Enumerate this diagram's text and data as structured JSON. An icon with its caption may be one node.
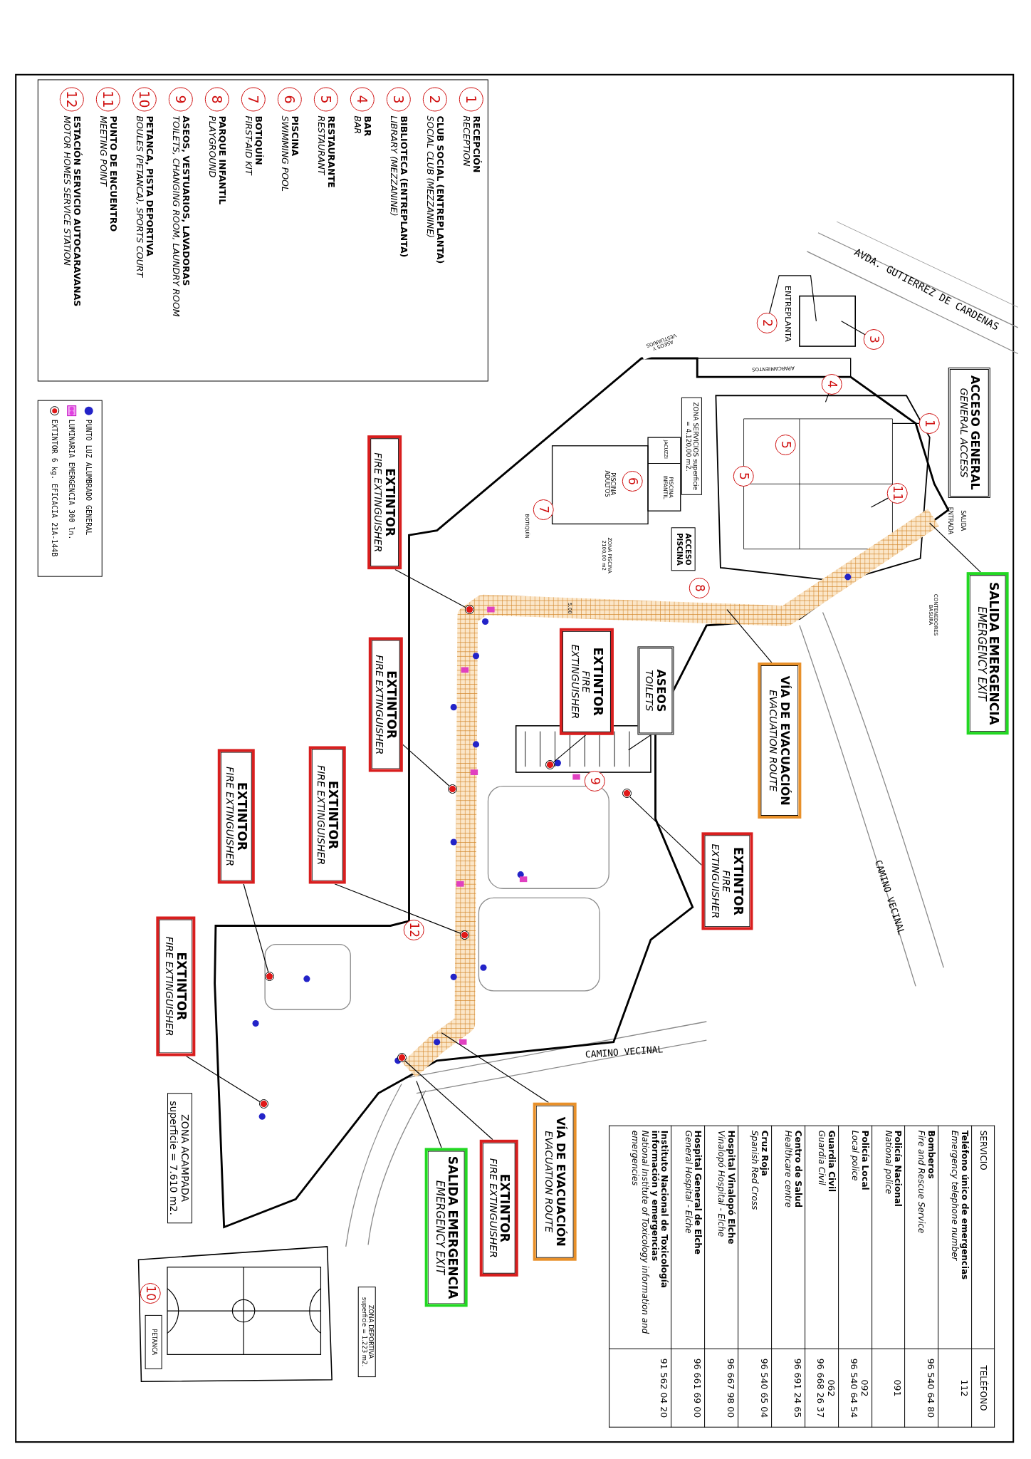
{
  "diagram": {
    "nodes": [
      {
        "text": [
          "ACCESO GENERAL",
          "GENERAL ACCESS"
        ]
      },
      {
        "text": [
          "SALIDA EMERGENCIA",
          "EMERGENCY EXIT"
        ]
      },
      {
        "text": [
          "VÍA DE EVACUACIÓN",
          "EVACUATION ROUTE"
        ]
      },
      {
        "text": [
          "ASEOS",
          "TOILETS"
        ]
      },
      {
        "text": [
          "EXTINTOR",
          "FIRE EXTINGUISHER"
        ]
      },
      {
        "text": [
          "EXTINTOR",
          "FIRE EXTINGUISHER"
        ]
      },
      {
        "text": [
          "EXTINTOR",
          "FIRE EXTINGUISHER"
        ]
      },
      {
        "text": [
          "EXTINTOR",
          "FIRE EXTINGUISHER"
        ]
      },
      {
        "text": [
          "EXTINTOR",
          "FIRE EXTINGUISHER"
        ]
      },
      {
        "text": [
          "EXTINTOR",
          "FIRE EXTINGUISHER"
        ]
      },
      {
        "text": [
          "EXTINTOR",
          "FIRE EXTINGUISHER"
        ]
      },
      {
        "text": [
          "EXTINTOR",
          "FIRE EXTINGUISHER"
        ]
      },
      {
        "text": [
          "VÍA DE EVACUACIÓN",
          "EVACUATION ROUTE"
        ]
      },
      {
        "text": [
          "SALIDA EMERGENCIA",
          "EMERGENCY EXIT"
        ]
      },
      {
        "text": [
          "ACCESO PISCINA"
        ]
      },
      {
        "text": [
          "ZONA SERVICIOS superficie = 4.120,00 m2."
        ]
      },
      {
        "text": [
          "ZONA ACAMPADA superficie = 7.610 m2."
        ]
      },
      {
        "text": [
          "ZONA DEPORTIVA superficie = 1.223 m2."
        ]
      },
      {
        "text": [
          "PETANCA"
        ]
      },
      {
        "text": [
          "1"
        ]
      },
      {
        "text": [
          "2"
        ]
      },
      {
        "text": [
          "3"
        ]
      },
      {
        "text": [
          "4"
        ]
      },
      {
        "text": [
          "5"
        ]
      },
      {
        "text": [
          "5"
        ]
      },
      {
        "text": [
          "6"
        ]
      },
      {
        "text": [
          "7"
        ]
      },
      {
        "text": [
          "8"
        ]
      },
      {
        "text": [
          "9"
        ]
      },
      {
        "text": [
          "10"
        ]
      },
      {
        "text": [
          "11"
        ]
      },
      {
        "text": [
          "12"
        ]
      },
      {
        "text": [],
        "shape": "circle"
      },
      {
        "text": [],
        "shape": "circle"
      },
      {
        "text": [],
        "shape": "circle"
      },
      {
        "text": [],
        "shape": "circle"
      },
      {
        "text": [],
        "shape": "circle"
      },
      {
        "text": [],
        "shape": "circle"
      },
      {
        "text": [],
        "shape": "circle"
      },
      {
        "text": [],
        "shape": "circle"
      }
    ],
    "edges": [
      {
        "from": 1,
        "to": null,
        "arrow": "none"
      },
      {
        "from": 2,
        "to": null,
        "arrow": "none"
      },
      {
        "from": 3,
        "to": null,
        "arrow": "none"
      },
      {
        "from": 4,
        "to": 33,
        "arrow": "none"
      },
      {
        "from": 5,
        "to": 32,
        "arrow": "none"
      },
      {
        "from": 6,
        "to": 34,
        "arrow": "none"
      },
      {
        "from": 7,
        "to": 36,
        "arrow": "none"
      },
      {
        "from": 8,
        "to": 37,
        "arrow": "none"
      },
      {
        "from": 9,
        "to": 35,
        "arrow": "none"
      },
      {
        "from": 10,
        "to": 39,
        "arrow": "none"
      },
      {
        "from": 11,
        "to": 38,
        "arrow": "none"
      },
      {
        "from": 12,
        "to": null,
        "arrow": "none"
      },
      {
        "from": 13,
        "to": null,
        "arrow": "none"
      },
      {
        "from": 19,
        "to": null,
        "arrow": "none"
      },
      {
        "from": 20,
        "to": null,
        "arrow": "none"
      },
      {
        "from": 21,
        "to": null,
        "arrow": "none"
      },
      {
        "from": 22,
        "to": null,
        "arrow": "none"
      },
      {
        "from": 30,
        "to": null,
        "arrow": "none"
      }
    ],
    "labels": [
      "1",
      "RECEPCIÓN",
      "RECEPTION",
      "2",
      "CLUB SOCIAL (ENTREPLANTA)",
      "SOCIAL CLUB (MEZZANINE)",
      "3",
      "BIBLIOTECA (ENTREPLANTA)",
      "LIBRARY (MEZZANINE)",
      "4",
      "BAR",
      "BAR",
      "5",
      "RESTAURANTE",
      "RESTAURANT",
      "6",
      "PISCINA",
      "SWIMMING POOL",
      "7",
      "BOTIQUÍN",
      "FIRST-AID KIT",
      "8",
      "PARQUE INFANTIL",
      "PLAYGROUND",
      "9",
      "ASEOS, VESTUARIOS, LAVADORAS",
      "TOILETS, CHANGING ROOM, LAUNDRY ROOM",
      "10",
      "PETANCA, PISTA DEPORTIVA",
      "BOULES (PETANCA), SPORTS COURT",
      "11",
      "PUNTO DE ENCUENTRO",
      "MEETING POINT",
      "12",
      "ESTACIÓN SERVICIO AUTOCARAVANAS",
      "MOTOR HOMES SERVICE STATION",
      "AVDA. GUTIERREZ DE CARDENAS",
      "ENTREPLANTA",
      "APARCAMIENTOS",
      "ASEOS Y VESTUARIOS",
      "ZONA PISCINA 2100,00 m2",
      "PISCINA ADULTOS",
      "PISCINA INFANTIL",
      "JACUZZI",
      "BOTIQUÍN",
      "ENTRADA",
      "SALIDA",
      "CONTENEDORES BASURA",
      "5.00",
      "CAMINO VECINAL",
      "CAMINO VECINAL",
      "SERVICIO",
      "TELÉFONO",
      "Teléfono único de emergencias",
      "Emergency telephone number",
      "112",
      "Bomberos",
      "Fire and Rescue Service",
      "96 540 64 80",
      "Policía Nacional",
      "National police",
      "091",
      "Policía Local",
      "Local police",
      "092",
      "96 540 64 54",
      "Guardia Civil",
      "Guardia Civil",
      "062",
      "96 668 26 37",
      "Centro de Salud",
      "Healthcare centre",
      "96 691 24 65",
      "Cruz Roja",
      "Spanish Red Cross",
      "96 540 65 04",
      "Hospital Vinalopó Elche",
      "Vinalopó Hospital - Elche",
      "96 667 98 00",
      "Hospital General de Elche",
      "General Hospital - Elche",
      "96 661 69 00",
      "Instituto Nacional de Toxicología información y emergencias",
      "National Institute of Toxicology information and emergencies",
      "91 562 04 20"
    ],
    "legend": [
      {
        "text": "PUNTO LUZ ALUMBRADO GENERAL",
        "color": "#2323c8"
      },
      {
        "text": "LUMINARIA EMERGENCIA 300 ln."
      },
      {
        "text": "EXTINTOR 6 kg. EFICACIA 21A-144B"
      }
    ]
  }
}
